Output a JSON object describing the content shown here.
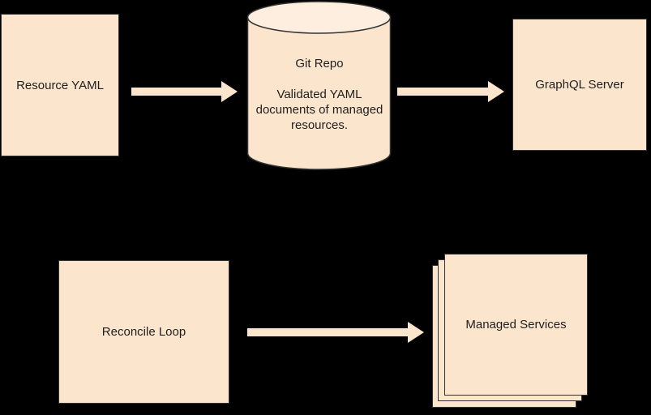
{
  "theme": {
    "background": "#000000",
    "node_fill": "#fce5cd",
    "node_fill_light": "#fdeee0",
    "node_border": "#333333",
    "text_color": "#1f1f1f",
    "arrow_color": "#fce5cd"
  },
  "nodes": {
    "resource_yaml": {
      "label": "Resource YAML"
    },
    "git_repo": {
      "title": "Git Repo",
      "description": "Validated YAML documents of managed resources."
    },
    "graphql_server": {
      "label": "GraphQL Server"
    },
    "reconcile_loop": {
      "label": "Reconcile Loop"
    },
    "managed_services": {
      "label": "Managed Services"
    }
  },
  "arrows": [
    {
      "name": "resource-yaml-to-git-repo"
    },
    {
      "name": "git-repo-to-graphql-server"
    },
    {
      "name": "reconcile-loop-to-managed-services"
    }
  ]
}
